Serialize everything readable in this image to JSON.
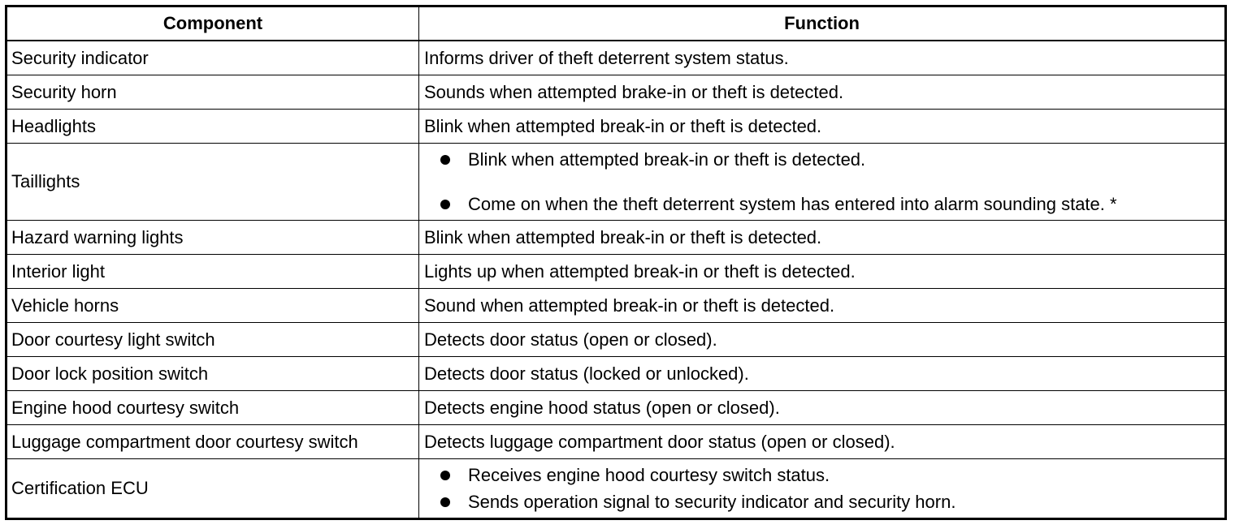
{
  "table": {
    "headers": [
      "Component",
      "Function"
    ],
    "rows": [
      {
        "component": "Security indicator",
        "function": "Informs driver of theft deterrent system status."
      },
      {
        "component": "Security horn",
        "function": "Sounds when attempted brake-in or theft is detected."
      },
      {
        "component": "Headlights",
        "function": "Blink when attempted break-in or theft is detected."
      },
      {
        "component": "Taillights",
        "function_items": [
          "Blink when attempted break-in or theft is detected.",
          "Come on when the theft deterrent system has entered into alarm sounding state. *"
        ]
      },
      {
        "component": "Hazard warning lights",
        "function": "Blink when attempted break-in or theft is detected."
      },
      {
        "component": "Interior light",
        "function": "Lights up when attempted break-in or theft is detected."
      },
      {
        "component": "Vehicle horns",
        "function": "Sound when attempted break-in or theft is detected."
      },
      {
        "component": "Door courtesy light switch",
        "function": "Detects door status (open or closed)."
      },
      {
        "component": "Door lock position switch",
        "function": "Detects door status (locked or unlocked)."
      },
      {
        "component": "Engine hood courtesy switch",
        "function": "Detects engine hood status (open or closed)."
      },
      {
        "component": "Luggage compartment door courtesy switch",
        "function": "Detects luggage compartment door status (open or closed)."
      },
      {
        "component": "Certification ECU",
        "function_items": [
          "Receives engine hood courtesy switch status.",
          "Sends operation signal to security indicator and security horn."
        ]
      }
    ]
  }
}
